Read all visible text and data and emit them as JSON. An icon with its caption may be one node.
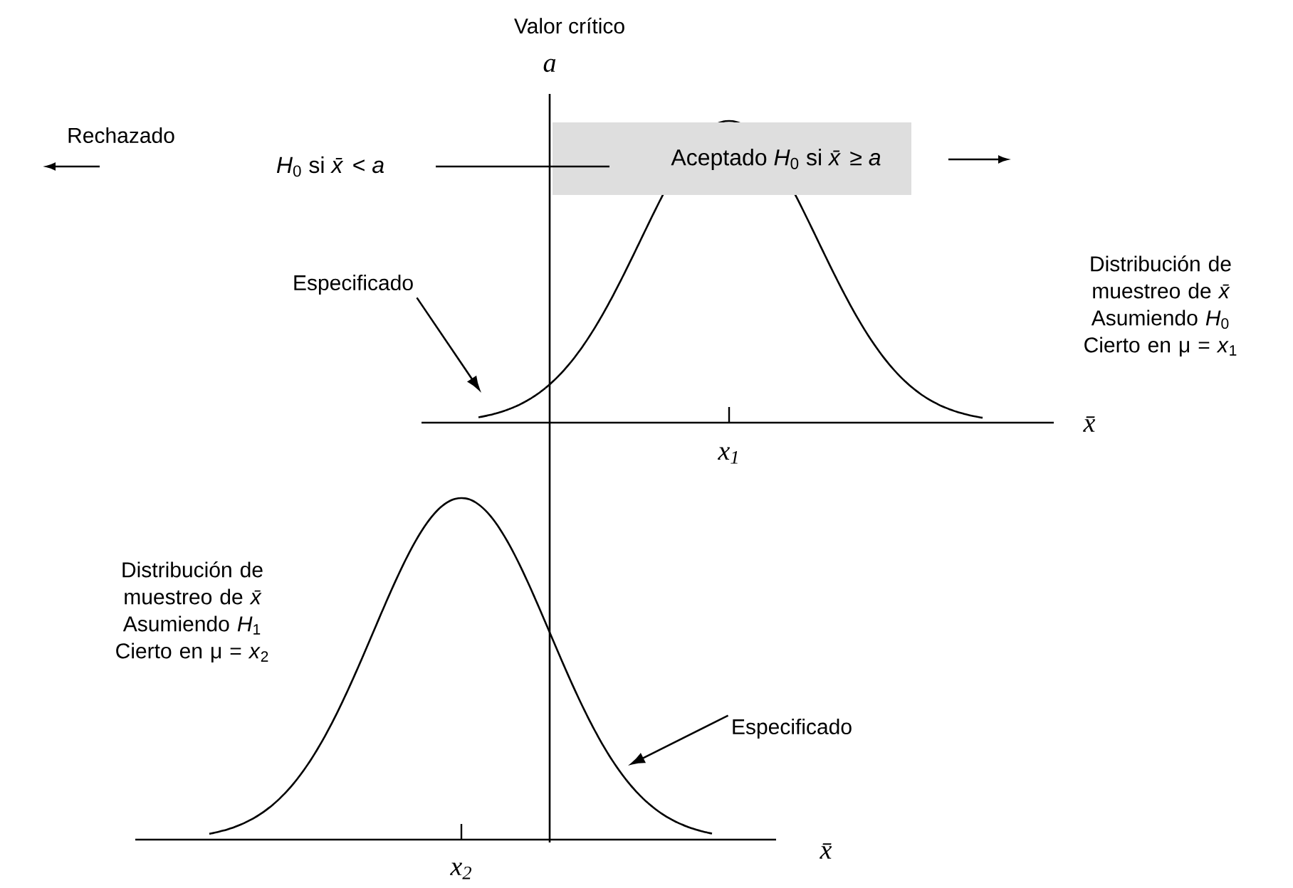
{
  "diagram": {
    "nodes": [
      {
        "text": [
          "Especificado"
        ]
      },
      {
        "text": [
          "Especificado"
        ]
      },
      {
        "text": [],
        "shape": "curve"
      },
      {
        "text": [],
        "shape": "curve"
      }
    ],
    "edges": [
      {
        "from": 0,
        "to": 2,
        "arrow": "to"
      },
      {
        "from": 1,
        "to": 3,
        "arrow": "to"
      }
    ],
    "labels": [
      "Valor crítico",
      "a",
      "Rechazado",
      "*H*$_{0}$ si *x̄* < *a*",
      "Aceptado *H*$_{0}$ si *x̄* ≥ *a*",
      "Distribución de muestreo de *x̄* Asumiendo *H*$_{0}$ Cierto en μ = *x*$_{1}$",
      "x̄",
      "x$_{1}$",
      "Distribución de muestreo de *x̄* Asumiendo *H*$_{1}$ Cierto en μ = *x*$_{2}$",
      "x̄",
      "x$_{2}$"
    ]
  }
}
